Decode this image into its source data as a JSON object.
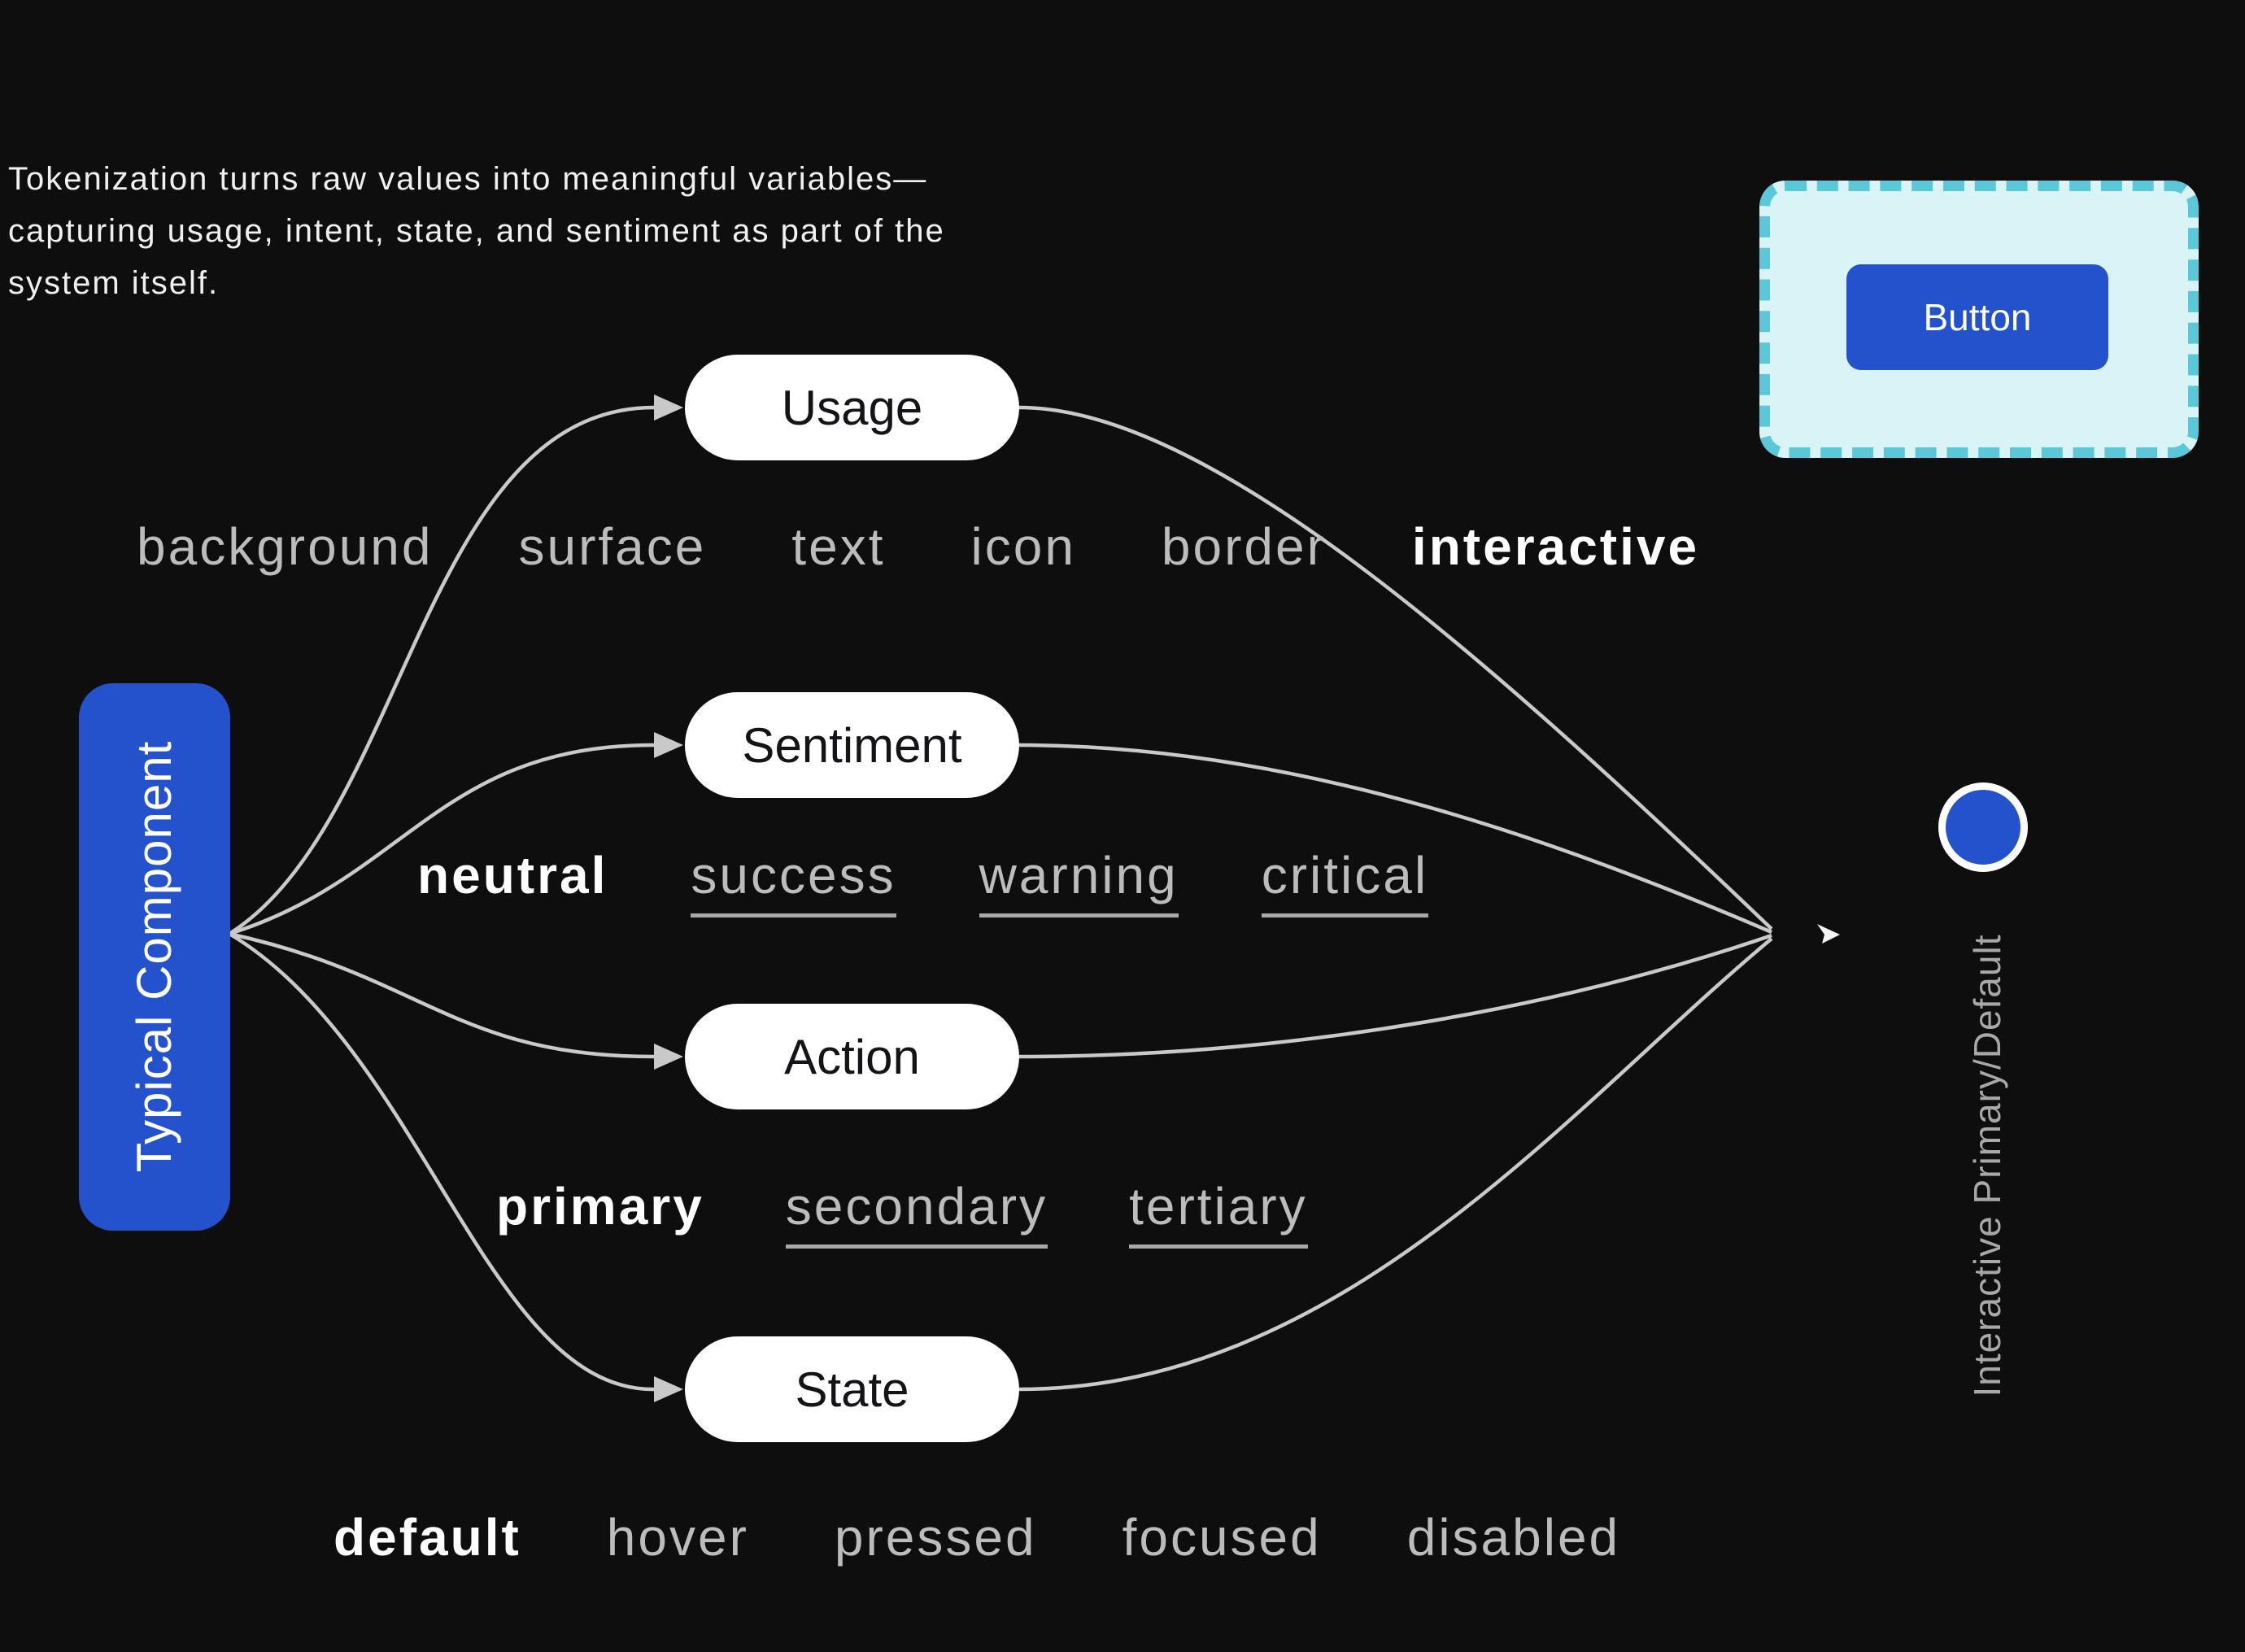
{
  "intro": {
    "text": "Tokenization turns raw values into meaningful variables—capturing usage, intent, state, and sentiment as part of the system itself."
  },
  "source_component": {
    "label": "Typical Component"
  },
  "example_frame": {
    "button_label": "Button"
  },
  "output_token": {
    "label": "Interactive Primary/Default"
  },
  "nodes": [
    {
      "label": "Usage"
    },
    {
      "label": "Sentiment"
    },
    {
      "label": "Action"
    },
    {
      "label": "State"
    }
  ],
  "token_rows": [
    {
      "words": [
        {
          "text": "background"
        },
        {
          "text": "surface"
        },
        {
          "text": "text"
        },
        {
          "text": "icon"
        },
        {
          "text": "border"
        },
        {
          "text": "interactive",
          "selected": true
        }
      ]
    },
    {
      "words": [
        {
          "text": "neutral",
          "selected": true
        },
        {
          "text": "success",
          "underlined": true
        },
        {
          "text": "warning",
          "underlined": true
        },
        {
          "text": "critical",
          "underlined": true
        }
      ]
    },
    {
      "words": [
        {
          "text": "primary",
          "selected": true
        },
        {
          "text": "secondary",
          "underlined": true
        },
        {
          "text": "tertiary",
          "underlined": true
        }
      ]
    },
    {
      "words": [
        {
          "text": "default",
          "selected": true
        },
        {
          "text": "hover"
        },
        {
          "text": "pressed"
        },
        {
          "text": "focused"
        },
        {
          "text": "disabled"
        }
      ]
    }
  ],
  "colors": {
    "background": "#0e0e0f",
    "accent_blue": "#2451cc",
    "teal_border": "#5bc8d9",
    "cyan_fill": "#d9f4f7",
    "pill_bg": "#ffffff",
    "pill_text": "#141418",
    "muted_text": "#bcbcbc",
    "emphasis_text": "#ffffff",
    "connector_line": "#c9c9c9"
  }
}
